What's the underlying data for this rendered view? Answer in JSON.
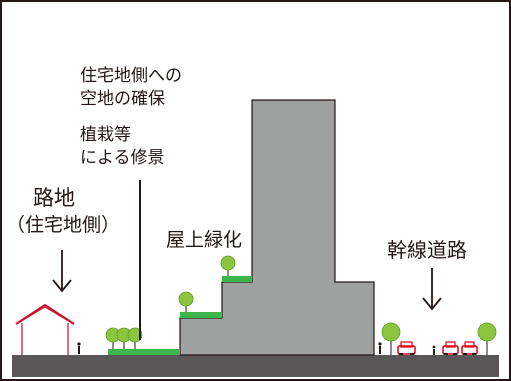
{
  "labels": {
    "setback_line1": "住宅地側への",
    "setback_line2": "空地の確保",
    "planting_line1": "植栽等",
    "planting_line2": "による修景",
    "alley": "路地",
    "alley_sub": "（住宅地側）",
    "rooftop": "屋上緑化",
    "arterial": "幹線道路"
  },
  "colors": {
    "frame": "#231815",
    "ground": "#595757",
    "building": "#9fa0a0",
    "greenery": "#3cb54a",
    "tree": "#8cc63f",
    "house_roof": "#c8102e",
    "car": "#e60012"
  }
}
